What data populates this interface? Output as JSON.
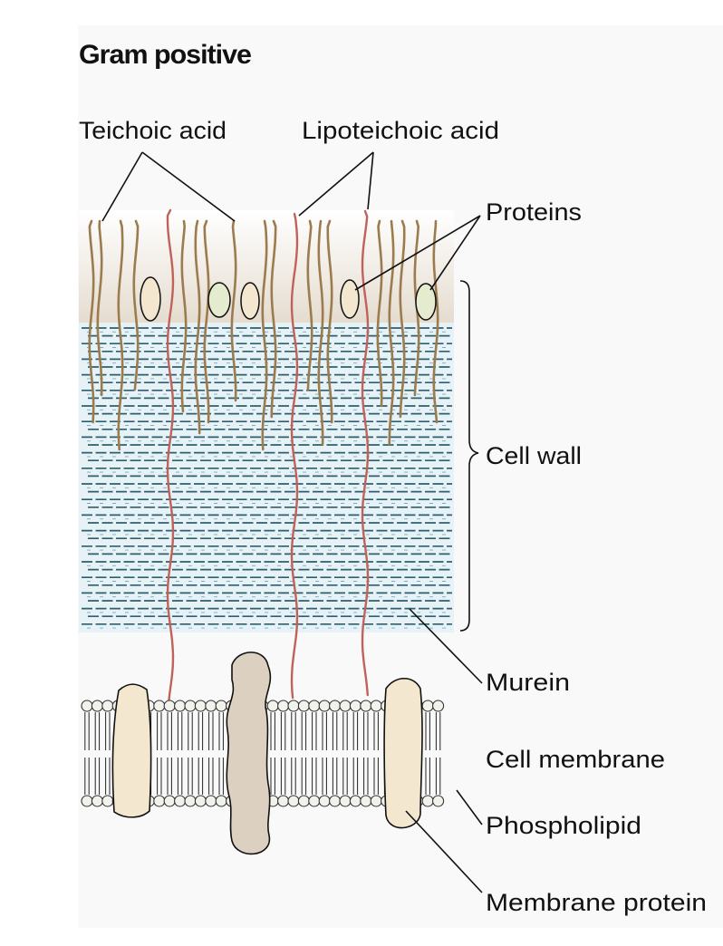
{
  "title": "Gram positive",
  "labels": {
    "teichoic_acid": "Teichoic acid",
    "lipoteichoic_acid": "Lipoteichoic acid",
    "proteins": "Proteins",
    "cell_wall": "Cell wall",
    "murein": "Murein",
    "cell_membrane": "Cell membrane",
    "phospholipid": "Phospholipid",
    "membrane_protein": "Membrane protein"
  },
  "colors": {
    "teichoic_acid": "#9c7c4e",
    "lipoteichoic_acid": "#c0625a",
    "murein_dash": "#2e5f70",
    "murein_crosslink": "#7fa8c0",
    "cell_wall_fill": "#e6f2f6",
    "surface_gradient_top": "#ffffff",
    "surface_gradient_bottom": "#e5dccf",
    "protein_cream": "#f3e8cf",
    "protein_green": "#e5ebce",
    "protein_tan": "#dcd1c0",
    "phospholipid_head": "#f2f2ec"
  }
}
